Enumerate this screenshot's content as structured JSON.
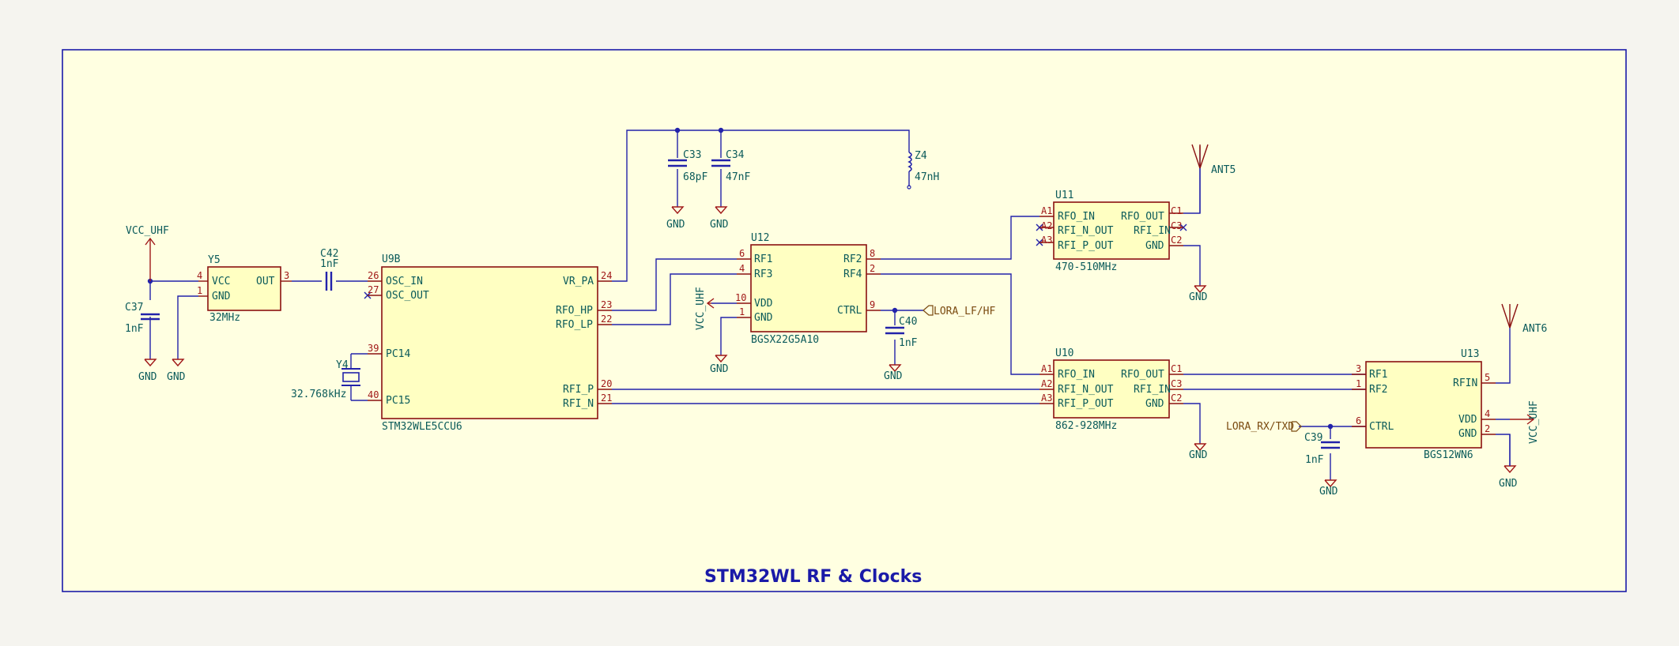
{
  "sheet_title": "STM32WL RF & Clocks",
  "power": {
    "vcc_uhf": "VCC_UHF",
    "gnd": "GND"
  },
  "components": {
    "C37": {
      "ref": "C37",
      "value": "1nF"
    },
    "Y5": {
      "ref": "Y5",
      "value": "32MHz",
      "pins": {
        "vcc": "VCC",
        "gnd": "GND",
        "out": "OUT",
        "n4": "4",
        "n1": "1",
        "n3": "3"
      }
    },
    "C42": {
      "ref": "C42",
      "value": "1nF"
    },
    "U9B": {
      "ref": "U9B",
      "value": "STM32WLE5CCU6",
      "pins": {
        "osc_in": "OSC_IN",
        "osc_out": "OSC_OUT",
        "pc14": "PC14",
        "pc15": "PC15",
        "vr_pa": "VR_PA",
        "rfo_hp": "RFO_HP",
        "rfo_lp": "RFO_LP",
        "rfi_p": "RFI_P",
        "rfi_n": "RFI_N",
        "n26": "26",
        "n27": "27",
        "n39": "39",
        "n40": "40",
        "n24": "24",
        "n23": "23",
        "n22": "22",
        "n20": "20",
        "n21": "21"
      }
    },
    "Y4": {
      "ref": "Y4",
      "value": "32.768kHz"
    },
    "C33": {
      "ref": "C33",
      "value": "68pF"
    },
    "C34": {
      "ref": "C34",
      "value": "47nF"
    },
    "Z4": {
      "ref": "Z4",
      "value": "47nH"
    },
    "U12": {
      "ref": "U12",
      "value": "BGSX22G5A10",
      "pins": {
        "rf1": "RF1",
        "rf3": "RF3",
        "vdd": "VDD",
        "gnd": "GND",
        "rf2": "RF2",
        "rf4": "RF4",
        "ctrl": "CTRL",
        "n6": "6",
        "n4": "4",
        "n10": "10",
        "n1": "1",
        "n8": "8",
        "n2": "2",
        "n9": "9"
      }
    },
    "C40": {
      "ref": "C40",
      "value": "1nF"
    },
    "U11": {
      "ref": "U11",
      "value": "470-510MHz",
      "pins": {
        "rfo_in": "RFO_IN",
        "rfi_n_out": "RFI_N_OUT",
        "rfi_p_out": "RFI_P_OUT",
        "rfo_out": "RFO_OUT",
        "rfi_in": "RFI_IN",
        "gnd": "GND",
        "a1": "A1",
        "a2": "A2",
        "a3": "A3",
        "c1": "C1",
        "c3": "C3",
        "c2": "C2"
      }
    },
    "ANT5": {
      "ref": "ANT5"
    },
    "U10": {
      "ref": "U10",
      "value": "862-928MHz",
      "pins": {
        "rfo_in": "RFO_IN",
        "rfi_n_out": "RFI_N_OUT",
        "rfi_p_out": "RFI_P_OUT",
        "rfo_out": "RFO_OUT",
        "rfi_in": "RFI_IN",
        "gnd": "GND",
        "a1": "A1",
        "a2": "A2",
        "a3": "A3",
        "c1": "C1",
        "c3": "C3",
        "c2": "C2"
      }
    },
    "U13": {
      "ref": "U13",
      "value": "BGS12WN6",
      "pins": {
        "rf1": "RF1",
        "rf2": "RF2",
        "ctrl": "CTRL",
        "rfin": "RFIN",
        "vdd": "VDD",
        "gnd": "GND",
        "n3": "3",
        "n1": "1",
        "n6": "6",
        "n5": "5",
        "n4": "4",
        "n2": "2"
      }
    },
    "ANT6": {
      "ref": "ANT6"
    },
    "C39": {
      "ref": "C39",
      "value": "1nF"
    }
  },
  "net_labels": {
    "lora_lf_hf": "LORA_LF/HF",
    "lora_rx_tx": "LORA_RX/TXD"
  },
  "colors": {
    "sheet_bg": "#ffffe1",
    "border": "#1a1aa8",
    "wire": "#2222aa",
    "body_stroke": "#8a1010",
    "body_fill": "#ffffc2",
    "pin": "#a01818",
    "power_symbol": "#a01818",
    "text": "#0a5a5a"
  }
}
